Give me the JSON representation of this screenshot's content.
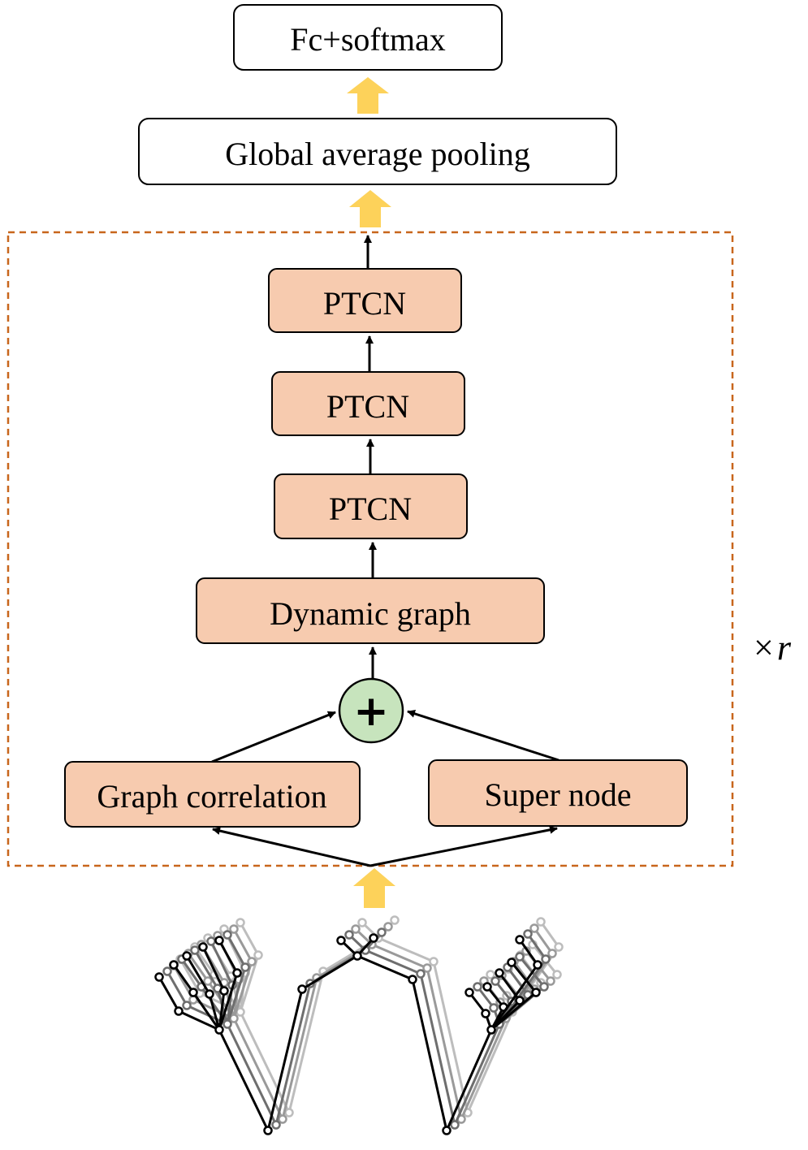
{
  "diagram": {
    "output_layer": "Fc+softmax",
    "pooling_layer": "Global average pooling",
    "block": {
      "repeat_symbol": "×",
      "repeat_variable": "r",
      "ptcn_top": "PTCN",
      "ptcn_middle": "PTCN",
      "ptcn_bottom": "PTCN",
      "dynamic_graph": "Dynamic graph",
      "sum_operator": "+",
      "graph_correlation": "Graph correlation",
      "super_node": "Super node"
    }
  },
  "colors": {
    "box_fill_white": "#ffffff",
    "box_fill_orange": "#f7cbaf",
    "box_stroke": "#000000",
    "dashed_border": "#c8661c",
    "flow_arrow": "#fdd25a",
    "sum_fill": "#c7e4bd",
    "skeleton_frames": [
      "#bdbdbd",
      "#9a9a9a",
      "#6e6e6e",
      "#000000"
    ]
  }
}
